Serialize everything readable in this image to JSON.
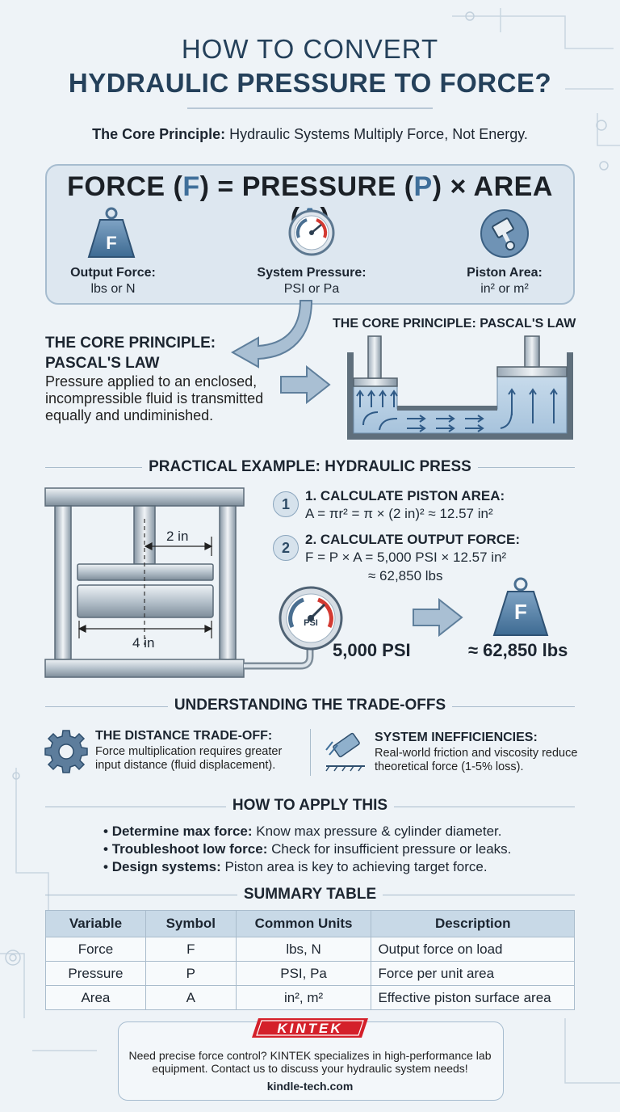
{
  "header": {
    "title_line1": "HOW TO CONVERT",
    "title_line2": "HYDRAULIC PRESSURE TO FORCE?",
    "core_bold": "The Core Principle:",
    "core_rest": " Hydraulic Systems Multiply Force, Not Energy."
  },
  "formula": {
    "p1": "FORCE (",
    "f": "F",
    "p2": ") = PRESSURE (",
    "p": "P",
    "p3": ") × AREA (",
    "a": "A",
    "p4": ")",
    "items": [
      {
        "label": "Output Force:",
        "unit": "lbs or N",
        "icon": "weight-icon"
      },
      {
        "label": "System Pressure:",
        "unit": "PSI or Pa",
        "icon": "pressure-gauge-icon"
      },
      {
        "label": "Piston Area:",
        "unit": "in² or m²",
        "icon": "piston-icon"
      }
    ]
  },
  "pascal": {
    "heading_line1": "THE CORE PRINCIPLE:",
    "heading_line2": "PASCAL'S LAW",
    "description": "Pressure applied to an enclosed, incompressible fluid is transmitted equally and undiminished.",
    "diagram_title": "THE CORE PRINCIPLE: PASCAL'S LAW"
  },
  "example": {
    "heading": "PRACTICAL EXAMPLE: HYDRAULIC PRESS",
    "radius_label": "2 in",
    "diameter_label": "4 in",
    "gauge_label": "PSI",
    "weight_letter": "F",
    "steps": [
      {
        "num": "1",
        "title": "1. CALCULATE PISTON AREA:",
        "eq1": "A = πr² = π × (2 in)² ≈ 12.57 in²"
      },
      {
        "num": "2",
        "title": "2. CALCULATE OUTPUT FORCE:",
        "eq1": "F = P × A = 5,000 PSI × 12.57 in²",
        "eq2": "≈ 62,850 lbs"
      }
    ],
    "pressure_value": "5,000 PSI",
    "force_value": "≈ 62,850 lbs"
  },
  "tradeoffs": {
    "heading": "UNDERSTANDING THE TRADE-OFFS",
    "left_title": "THE DISTANCE TRADE-OFF:",
    "left_desc": "Force multiplication requires greater input distance (fluid displacement).",
    "right_title": "SYSTEM INEFFICIENCIES:",
    "right_desc": "Real-world friction and viscosity reduce theoretical force (1-5% loss)."
  },
  "apply": {
    "heading": "HOW TO APPLY THIS",
    "items": [
      {
        "bold": "Determine max force:",
        "rest": " Know max pressure & cylinder diameter."
      },
      {
        "bold": "Troubleshoot low force:",
        "rest": " Check for insufficient pressure or leaks."
      },
      {
        "bold": "Design systems:",
        "rest": " Piston area is key to achieving target force."
      }
    ]
  },
  "summary": {
    "heading": "SUMMARY TABLE",
    "columns": [
      "Variable",
      "Symbol",
      "Common Units",
      "Description"
    ],
    "rows": [
      [
        "Force",
        "F",
        "lbs, N",
        "Output force on load"
      ],
      [
        "Pressure",
        "P",
        "PSI, Pa",
        "Force per unit area"
      ],
      [
        "Area",
        "A",
        "in², m²",
        "Effective piston surface area"
      ]
    ]
  },
  "footer": {
    "logo": "KINTEK",
    "text": "Need precise force control? KINTEK specializes in high-performance lab equipment. Contact us to discuss your hydraulic system needs!",
    "url": "kindle-tech.com"
  },
  "colors": {
    "background": "#eef3f7",
    "title": "#24405a",
    "accent_blue": "#3f6f9a",
    "logo_red": "#d4202a"
  }
}
